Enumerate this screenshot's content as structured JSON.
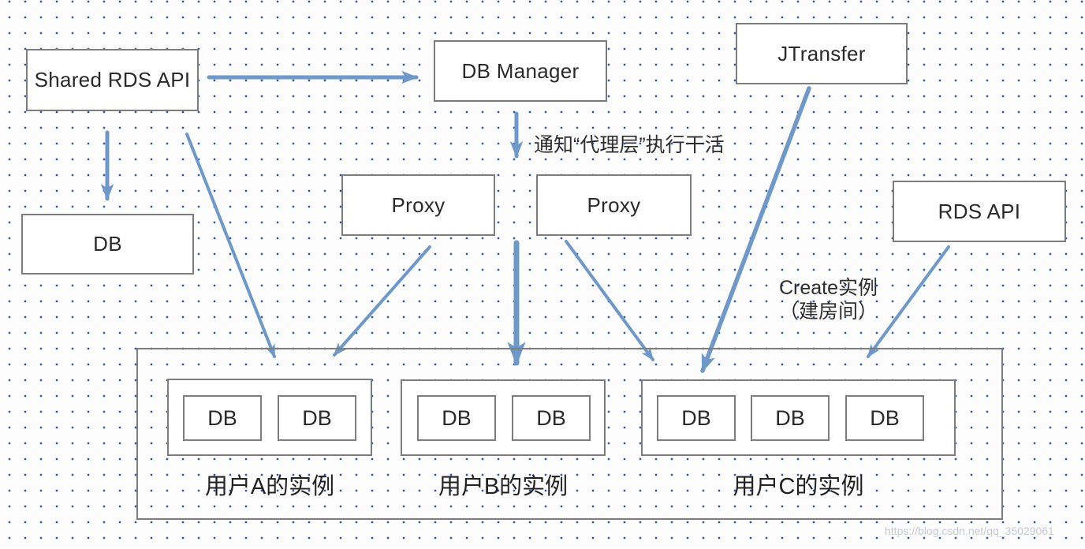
{
  "nodes": {
    "shared_rds_api": {
      "label": "Shared RDS API"
    },
    "db_manager": {
      "label": "DB Manager"
    },
    "jtransfer": {
      "label": "JTransfer"
    },
    "db_left": {
      "label": "DB"
    },
    "proxy_left": {
      "label": "Proxy"
    },
    "proxy_right": {
      "label": "Proxy"
    },
    "rds_api": {
      "label": "RDS API"
    }
  },
  "annotations": {
    "notify_proxy": "通知“代理层”执行干活",
    "create_instance_line1": "Create实例",
    "create_instance_line2": "（建房间）"
  },
  "instance_groups": [
    {
      "label": "用户A的实例",
      "dbs": [
        "DB",
        "DB"
      ]
    },
    {
      "label": "用户B的实例",
      "dbs": [
        "DB",
        "DB"
      ]
    },
    {
      "label": "用户C的实例",
      "dbs": [
        "DB",
        "DB",
        "DB"
      ]
    }
  ],
  "watermark": "https://blog.csdn.net/qq_35029061",
  "colors": {
    "arrow": "#6d98c8",
    "grid_dot": "#2d5bb5",
    "box_border": "#7d7d7d",
    "text": "#2a2a2a",
    "watermark": "#c6cad2"
  }
}
